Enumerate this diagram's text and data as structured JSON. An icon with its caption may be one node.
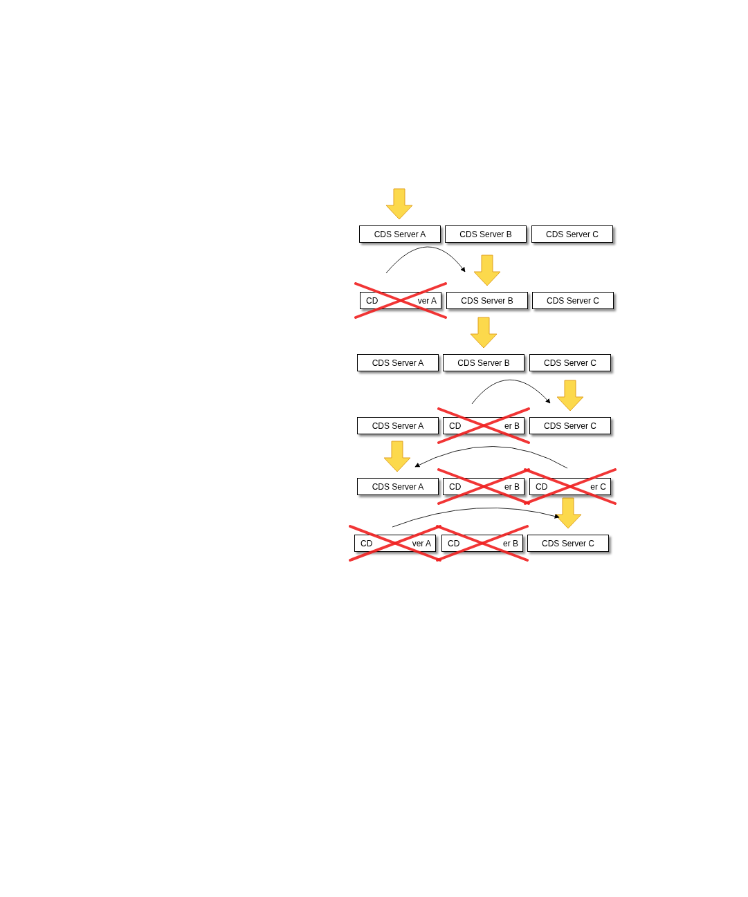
{
  "diagram": {
    "nodes": [
      {
        "text": [
          "CDS Server A"
        ]
      },
      {
        "text": [
          "CDS Server B"
        ]
      },
      {
        "text": [
          "CDS Server C"
        ]
      },
      {
        "text": [
          "CD",
          "ver A"
        ]
      },
      {
        "text": [
          "CDS Server B"
        ]
      },
      {
        "text": [
          "CDS Server C"
        ]
      },
      {
        "text": [
          "CDS Server A"
        ]
      },
      {
        "text": [
          "CDS Server B"
        ]
      },
      {
        "text": [
          "CDS Server C"
        ]
      },
      {
        "text": [
          "CDS Server A"
        ]
      },
      {
        "text": [
          "CD",
          "er B"
        ]
      },
      {
        "text": [
          "CDS Server C"
        ]
      },
      {
        "text": [
          "CDS Server A"
        ]
      },
      {
        "text": [
          "CD",
          "er B"
        ]
      },
      {
        "text": [
          "CD",
          "er C"
        ]
      },
      {
        "text": [
          "CD",
          "ver A"
        ]
      },
      {
        "text": [
          "CD",
          "er B"
        ]
      },
      {
        "text": [
          "CDS Server C"
        ]
      }
    ],
    "edges": [
      {
        "from": null,
        "to": 0,
        "arrow": "to",
        "style": "thick",
        "color": "#fcd94c"
      },
      {
        "from": null,
        "to": 4,
        "arrow": "to",
        "style": "thick",
        "color": "#fcd94c"
      },
      {
        "from": null,
        "to": 7,
        "arrow": "to",
        "style": "thick",
        "color": "#fcd94c"
      },
      {
        "from": null,
        "to": 11,
        "arrow": "to",
        "style": "thick",
        "color": "#fcd94c"
      },
      {
        "from": null,
        "to": 12,
        "arrow": "to",
        "style": "thick",
        "color": "#fcd94c"
      },
      {
        "from": null,
        "to": 17,
        "arrow": "to",
        "style": "thick",
        "color": "#fcd94c"
      }
    ]
  }
}
